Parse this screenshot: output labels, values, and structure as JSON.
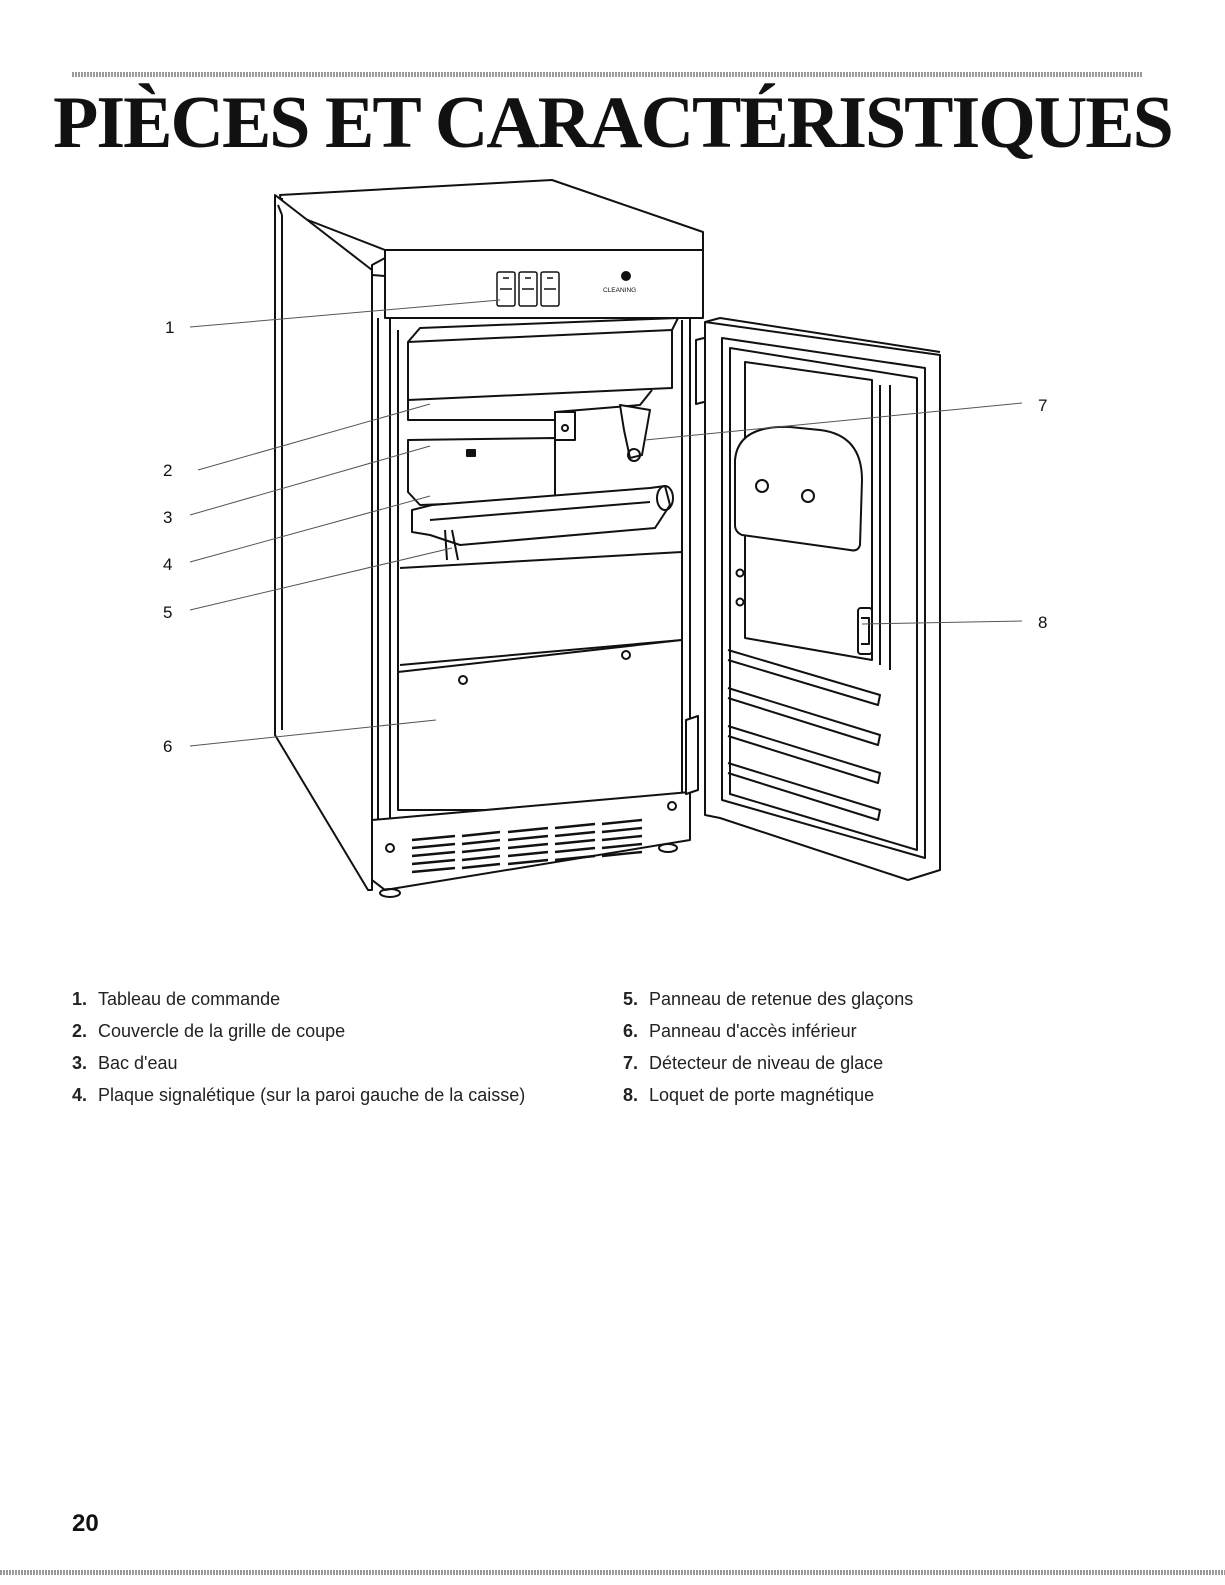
{
  "page": {
    "title": "PIÈCES ET CARACTÉRISTIQUES",
    "page_number": "20"
  },
  "illustration": {
    "panel_label": "CLEANING",
    "callouts": [
      "1",
      "2",
      "3",
      "4",
      "5",
      "6",
      "7",
      "8"
    ]
  },
  "legend": {
    "left": [
      {
        "num": "1.",
        "text": "Tableau de commande"
      },
      {
        "num": "2.",
        "text": "Couvercle de la grille de coupe"
      },
      {
        "num": "3.",
        "text": "Bac d'eau"
      },
      {
        "num": "4.",
        "text": "Plaque signalétique (sur la paroi gauche de la caisse)"
      }
    ],
    "right": [
      {
        "num": "5.",
        "text": "Panneau de retenue des glaçons"
      },
      {
        "num": "6.",
        "text": "Panneau d'accès inférieur"
      },
      {
        "num": "7.",
        "text": "Détecteur de niveau de glace"
      },
      {
        "num": "8.",
        "text": "Loquet de porte magnétique"
      }
    ]
  }
}
